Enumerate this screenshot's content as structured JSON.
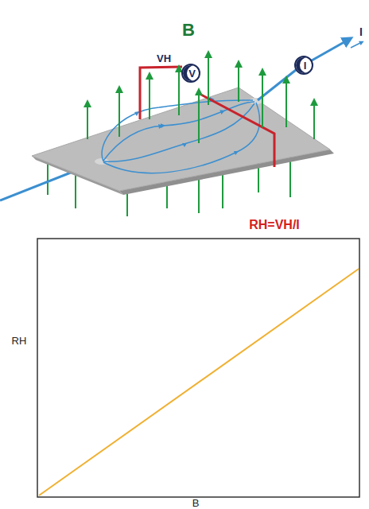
{
  "diagram": {
    "nodes": [
      {
        "text": [
          "V"
        ]
      },
      {
        "text": [
          "I"
        ]
      }
    ],
    "labels": [
      "B",
      "VH",
      "I",
      "RH=VH/I",
      "RH",
      "B"
    ]
  }
}
